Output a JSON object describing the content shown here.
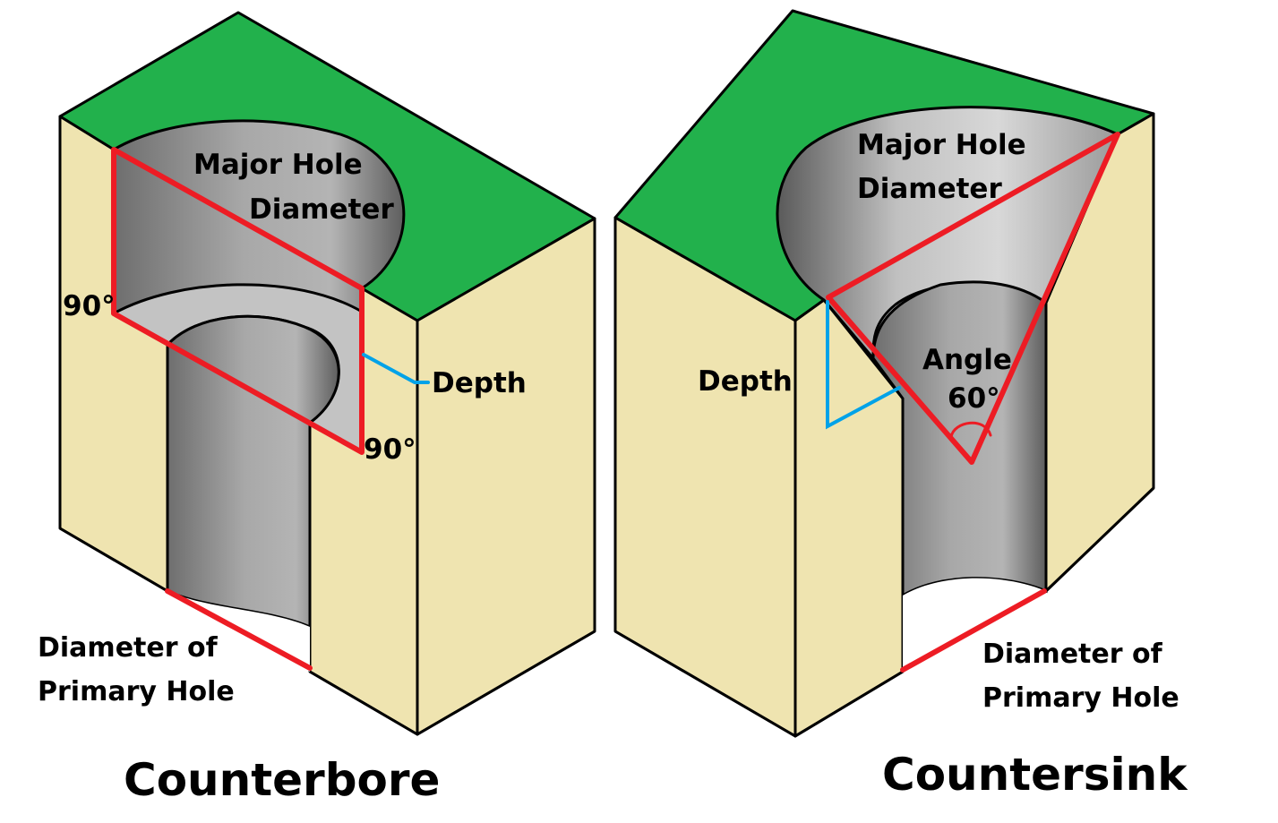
{
  "colors": {
    "top_face": "#22b14c",
    "side_face": "#efe4b0",
    "hole_light": "#d4d4d4",
    "hole_dark": "#6e6e6e",
    "shoulder": "#c3c3c3",
    "annotation_red": "#ed1c24",
    "annotation_blue": "#00a2e8",
    "outline": "#000000"
  },
  "counterbore": {
    "title": "Counterbore",
    "major_hole_line1": "Major Hole",
    "major_hole_line2": "Diameter",
    "angle_top": "90°",
    "angle_bottom": "90°",
    "depth": "Depth",
    "primary_line1": "Diameter of",
    "primary_line2": "Primary Hole"
  },
  "countersink": {
    "title": "Countersink",
    "major_hole_line1": "Major Hole",
    "major_hole_line2": "Diameter",
    "depth": "Depth",
    "angle_label": "Angle",
    "angle_value": "60°",
    "primary_line1": "Diameter of",
    "primary_line2": "Primary Hole"
  }
}
